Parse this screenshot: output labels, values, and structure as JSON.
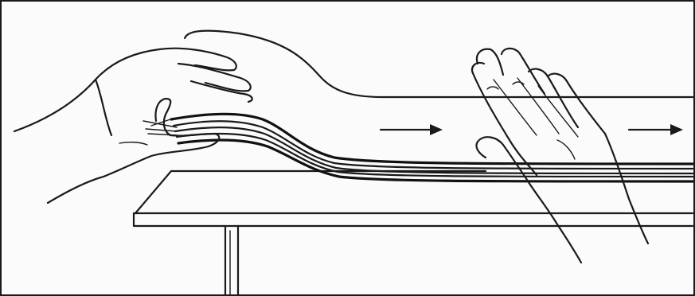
{
  "illustration": {
    "subject": "hands-fanning-paper-stack",
    "style": "black-ink line drawing on white",
    "colors": {
      "ink": "#1a1a1a",
      "background": "#fbfbfb",
      "border": "#1a1a1a"
    },
    "arrows": [
      {
        "icon": "arrow-right-icon",
        "direction": "right"
      },
      {
        "icon": "arrow-right-icon",
        "direction": "right"
      }
    ]
  }
}
